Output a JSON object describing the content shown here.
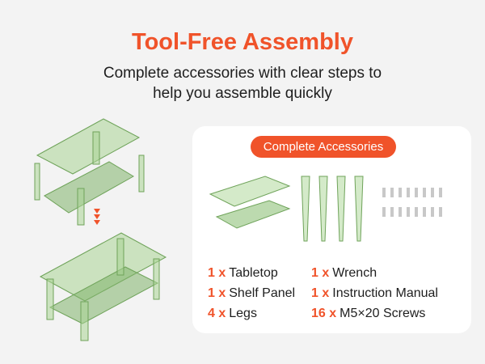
{
  "header": {
    "title": "Tool-Free Assembly",
    "subtitle_line1": "Complete accessories with clear steps to",
    "subtitle_line2": "help you assemble quickly"
  },
  "accessories": {
    "badge": "Complete Accessories",
    "items": [
      {
        "qty": "1 x",
        "name": "Tabletop"
      },
      {
        "qty": "1 x",
        "name": "Shelf Panel"
      },
      {
        "qty": "4 x",
        "name": "Legs"
      },
      {
        "qty": "1 x",
        "name": "Wrench"
      },
      {
        "qty": "1 x",
        "name": "Instruction Manual"
      },
      {
        "qty": "16 x",
        "name": "M5×20 Screws"
      }
    ]
  },
  "colors": {
    "accent": "#f0532a",
    "glass": "#8fc27a"
  }
}
